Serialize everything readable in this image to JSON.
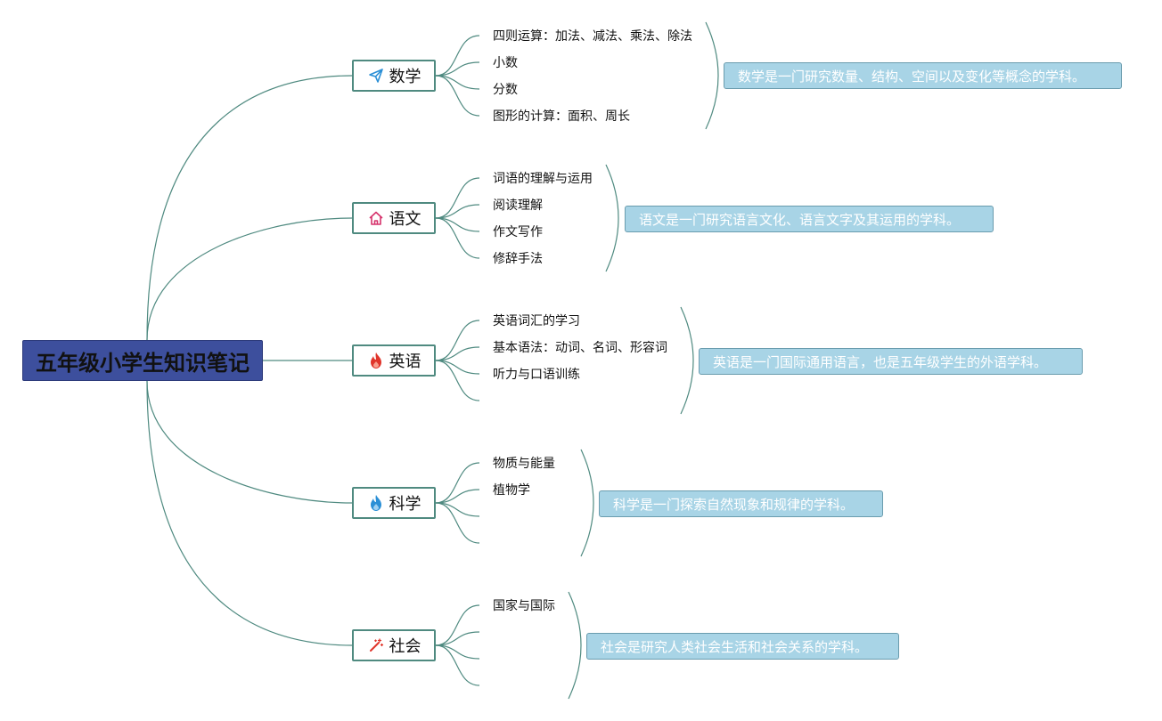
{
  "root": {
    "label": "五年级小学生知识笔记"
  },
  "subjects": [
    {
      "label": "数学",
      "icon": "paper-plane-icon",
      "topics": [
        "四则运算：加法、减法、乘法、除法",
        "小数",
        "分数",
        "图形的计算：面积、周长"
      ],
      "summary": "数学是一门研究数量、结构、空间以及变化等概念的学科。"
    },
    {
      "label": "语文",
      "icon": "home-icon",
      "topics": [
        "词语的理解与运用",
        "阅读理解",
        "作文写作",
        "修辞手法"
      ],
      "summary": "语文是一门研究语言文化、语言文字及其运用的学科。"
    },
    {
      "label": "英语",
      "icon": "fire-icon",
      "topics": [
        "英语词汇的学习",
        "基本语法：动词、名词、形容词",
        "听力与口语训练",
        ""
      ],
      "summary": "英语是一门国际通用语言，也是五年级学生的外语学科。"
    },
    {
      "label": "科学",
      "icon": "flame-icon",
      "topics": [
        "物质与能量",
        "植物学",
        "",
        ""
      ],
      "summary": "科学是一门探索自然现象和规律的学科。"
    },
    {
      "label": "社会",
      "icon": "magic-wand-icon",
      "topics": [
        "国家与国际",
        "",
        "",
        ""
      ],
      "summary": "社会是研究人类社会生活和社会关系的学科。"
    }
  ],
  "colors": {
    "root_fill": "#3d4f9d",
    "link": "#4f8a80",
    "summary_fill": "#a8d4e6",
    "icon_blue": "#2a8fd6",
    "icon_red": "#e0352b",
    "icon_pink": "#d6336c"
  }
}
